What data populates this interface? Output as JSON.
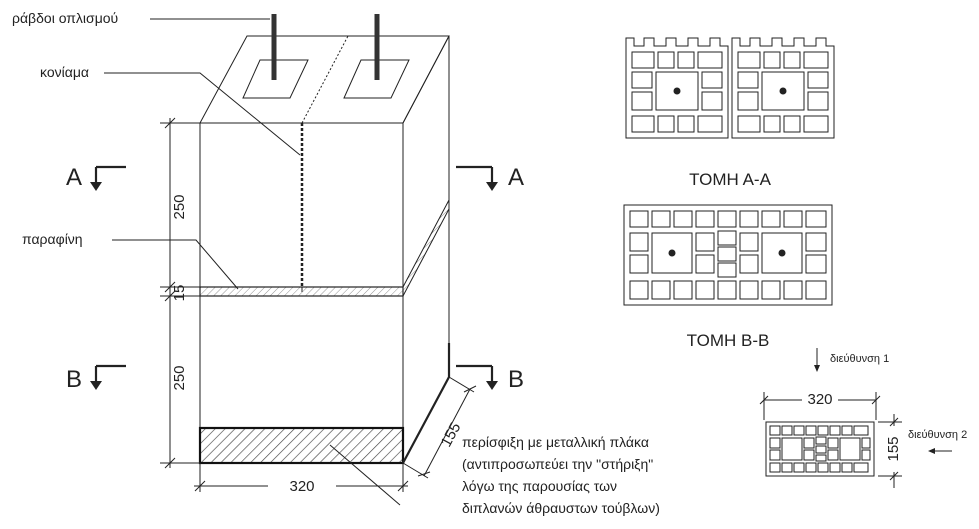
{
  "labels": {
    "rebars": "ράβδοι οπλισμού",
    "mortar": "κονίαμα",
    "paraffin": "παραφίνη",
    "plate_note": [
      "περίσφιξη με μεταλλική πλάκα",
      "(αντιπροσωπεύει την \"στήριξη\"",
      "λόγω της παρουσίας των",
      "διπλανών άθραυστων τούβλων)"
    ]
  },
  "section_marks": {
    "a_left": "A",
    "a_right": "A",
    "b_left": "B",
    "b_right": "B"
  },
  "dimensions": {
    "upper_height": "250",
    "joint": "15",
    "lower_height": "250",
    "width": "320",
    "depth": "155"
  },
  "sections": {
    "aa_title": "ΤΟΜΗ Α-Α",
    "bb_title": "ΤΟΜΗ Β-Β"
  },
  "plan": {
    "direction1": "διεύθυνση 1",
    "direction2": "διεύθυνση 2",
    "width": "320",
    "depth": "155"
  }
}
